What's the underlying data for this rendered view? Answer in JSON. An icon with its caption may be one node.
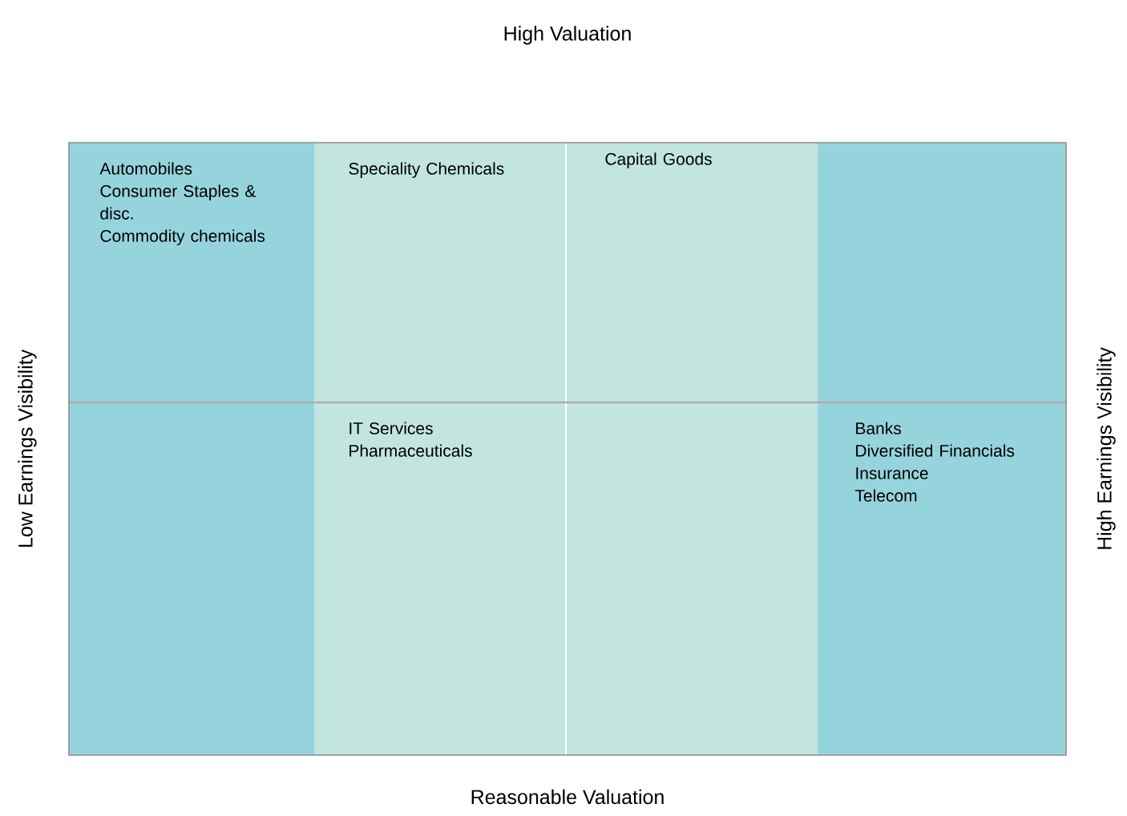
{
  "diagram": {
    "nodes": [
      {
        "text": [
          "Automobiles",
          "Consumer Staples & disc.",
          "Commodity chemicals"
        ]
      },
      {
        "text": [
          "Speciality Chemicals"
        ]
      },
      {
        "text": [
          "Capital Goods"
        ]
      },
      {
        "text": [],
        "shape": "box"
      },
      {
        "text": [],
        "shape": "box"
      },
      {
        "text": [
          "IT Services",
          "Pharmaceuticals"
        ]
      },
      {
        "text": [],
        "shape": "box"
      },
      {
        "text": [
          "Banks",
          "Diversified Financials",
          "Insurance",
          "Telecom"
        ]
      }
    ],
    "labels": [
      "High Valuation",
      "Reasonable Valuation",
      "Low Earnings Visibility",
      "High Earnings Visibility"
    ]
  }
}
